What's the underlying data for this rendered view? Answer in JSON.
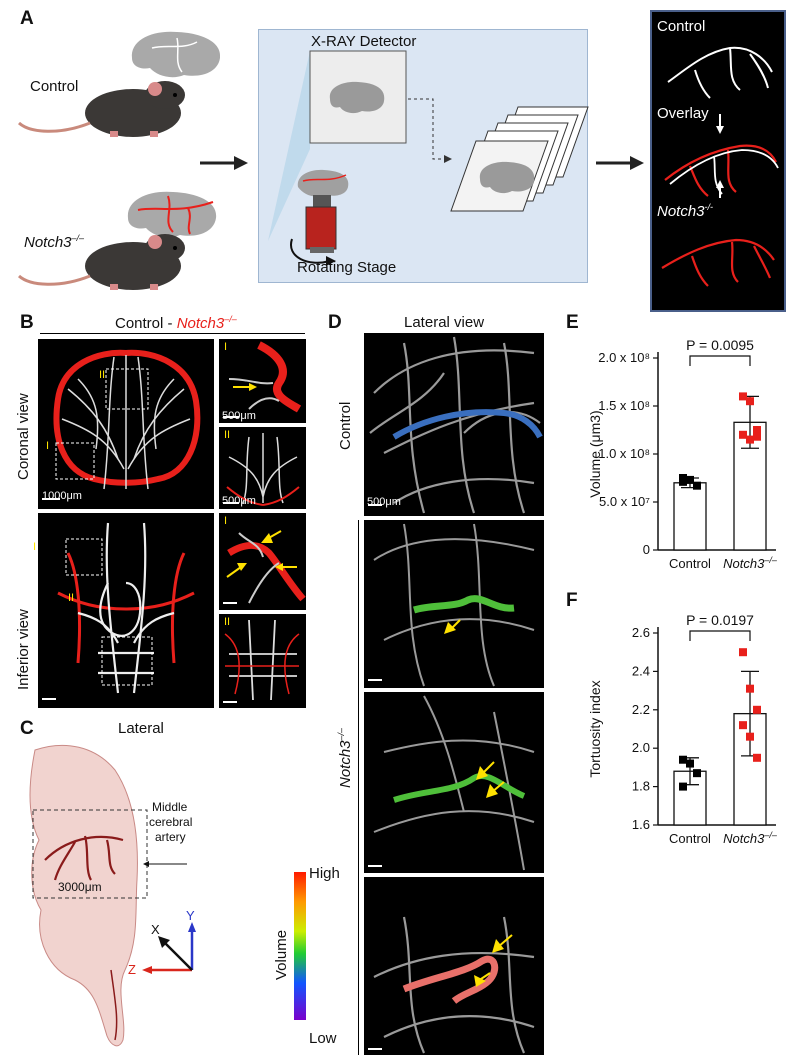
{
  "panels": {
    "A": "A",
    "B": "B",
    "C": "C",
    "D": "D",
    "E": "E",
    "F": "F"
  },
  "panel_a": {
    "control_label": "Control",
    "notch_label": "Notch3",
    "notch_sup": "–/–",
    "detector_label": "X-RAY Detector",
    "stage_label": "Rotating Stage",
    "right_control": "Control",
    "right_overlay": "Overlay",
    "right_notch": "Notch3",
    "right_notch_sup": "-/-"
  },
  "panel_b": {
    "header_control": "Control - ",
    "header_notch": "Notch3",
    "header_sup": "–/–",
    "coronal_label": "Coronal view",
    "inferior_label": "Inferior view",
    "scale_1000": "1000μm",
    "scale_500a": "500μm",
    "scale_500b": "500μm",
    "roman_I": "I",
    "roman_II": "II"
  },
  "panel_c": {
    "title": "Lateral",
    "mca_label_1": "Middle",
    "mca_label_2": "cerebral",
    "mca_label_3": "artery",
    "scale": "3000μm",
    "axis_x": "X",
    "axis_y": "Y",
    "axis_z": "Z"
  },
  "panel_d": {
    "title": "Lateral view",
    "control_label": "Control",
    "notch_label": "Notch3",
    "notch_sup": "–/–",
    "scale_500": "500μm",
    "colorbar_title": "Volume",
    "colorbar_high": "High",
    "colorbar_low": "Low"
  },
  "colors": {
    "red": "#e8201b",
    "blue": "#3a6fbf",
    "green": "#4fbf3a",
    "yellow": "#ffe100",
    "setup_bg": "#dbe6f3"
  },
  "chart_data": [
    {
      "type": "bar",
      "panel": "E",
      "categories": [
        "Control",
        "Notch3–/–"
      ],
      "ylabel": "Volume (μm3)",
      "yticks": [
        "0",
        "5.0 x 10⁷",
        "1.0 x 10⁸",
        "1.5 x 10⁸",
        "2.0 x 10⁸"
      ],
      "ytick_values": [
        0,
        50000000,
        100000000,
        150000000,
        200000000
      ],
      "ylim": [
        0,
        200000000
      ],
      "values": [
        70000000,
        133000000
      ],
      "errors": [
        5000000,
        27000000
      ],
      "points": [
        [
          75000000,
          73000000,
          67000000,
          71000000
        ],
        [
          160000000,
          155000000,
          125000000,
          120000000,
          115000000,
          118000000
        ]
      ],
      "marker_colors": [
        "#000000",
        "#e8201b"
      ],
      "annotation": "P = 0.0095"
    },
    {
      "type": "bar",
      "panel": "F",
      "categories": [
        "Control",
        "Notch3–/–"
      ],
      "ylabel": "Tortuosity index",
      "yticks": [
        "1.6",
        "1.8",
        "2.0",
        "2.2",
        "2.4",
        "2.6"
      ],
      "ytick_values": [
        1.6,
        1.8,
        2.0,
        2.2,
        2.4,
        2.6
      ],
      "ylim": [
        1.6,
        2.6
      ],
      "values": [
        1.88,
        2.18
      ],
      "errors": [
        0.07,
        0.22
      ],
      "points": [
        [
          1.94,
          1.92,
          1.87,
          1.8
        ],
        [
          2.5,
          2.31,
          2.2,
          2.12,
          2.06,
          1.95
        ]
      ],
      "marker_colors": [
        "#000000",
        "#e8201b"
      ],
      "annotation": "P = 0.0197"
    }
  ]
}
